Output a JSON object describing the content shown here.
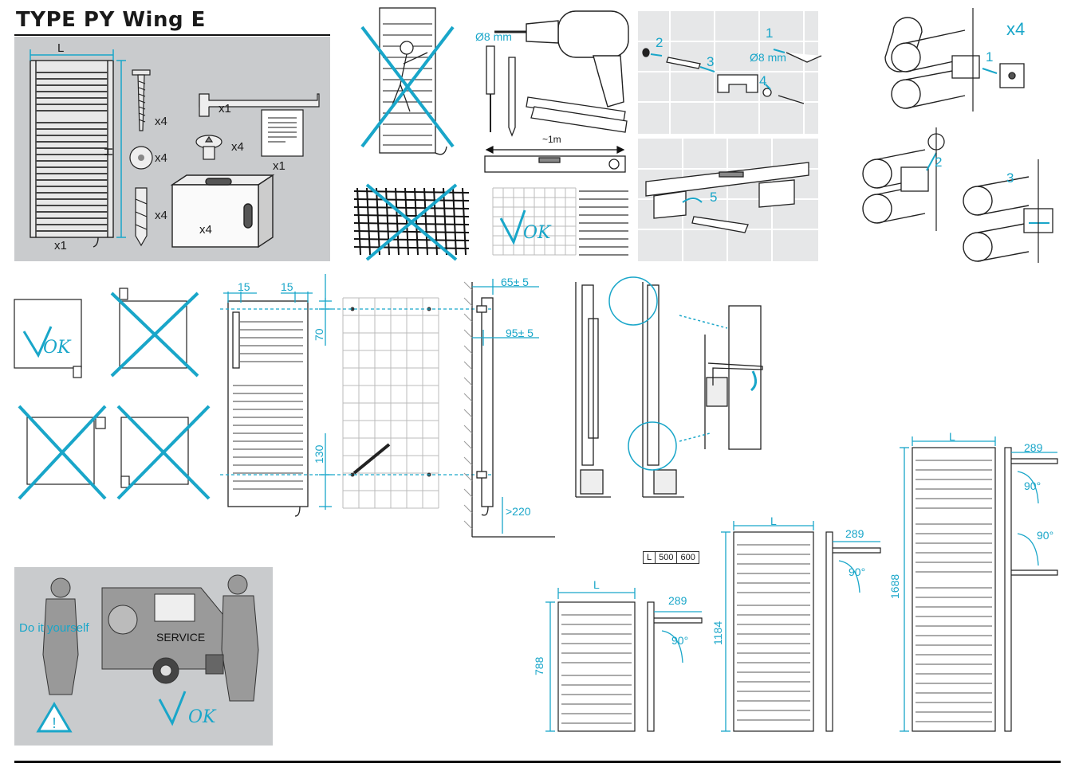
{
  "title": "TYPE PY Wing E",
  "kit": {
    "radiator_qty": "x1",
    "dim_L": "L",
    "dim_H": "H",
    "screw_qty": "x4",
    "washer_qty": "x4",
    "plug_qty": "x4",
    "allen_key_qty": "x1",
    "bolt_qty": "x4",
    "manual_qty": "x1",
    "bracket_qty": "x4"
  },
  "drill": {
    "bit_label": "Ø8 mm",
    "level_label": "~1m"
  },
  "wall_mount": {
    "step1": "1",
    "step2": "2",
    "step3": "3",
    "step4": "4",
    "step5": "5",
    "bit_label": "Ø8 mm"
  },
  "bracket_assembly": {
    "qty": "x4",
    "step1": "1",
    "step2": "2",
    "step3": "3"
  },
  "ok_labels": {
    "ok1": "OK",
    "ok2": "OK",
    "ok3": "OK"
  },
  "dimensions": {
    "left_offset": "15",
    "right_offset": "15",
    "top_offset": "70",
    "bottom_offset": "130",
    "wall_gap_1": "65± 5",
    "wall_gap_2": "95± 5",
    "floor_clearance": ">220"
  },
  "service": {
    "diy_label": "Do it yourself",
    "van_label": "SERVICE"
  },
  "models": {
    "spec_header": "L",
    "spec_w1": "500",
    "spec_w2": "600",
    "small_height": "788",
    "mid_height": "1184",
    "tall_height": "1688",
    "depth": "289",
    "angle": "90°",
    "width_L": "L"
  },
  "colors": {
    "accent": "#19a6c9",
    "panel": "#c9cbcd",
    "ink": "#1a1a1a"
  }
}
